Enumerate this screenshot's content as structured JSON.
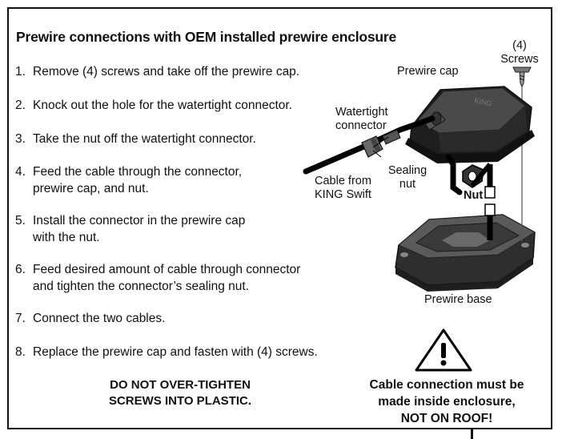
{
  "title": "Prewire connections with OEM installed prewire enclosure",
  "steps": [
    {
      "num": "1.",
      "lines": [
        "Remove (4) screws and take off the prewire cap."
      ]
    },
    {
      "num": "2.",
      "lines": [
        "Knock out the hole for the watertight connector."
      ]
    },
    {
      "num": "3.",
      "lines": [
        "Take the nut off the watertight connector."
      ]
    },
    {
      "num": "4.",
      "lines": [
        "Feed the cable through the connector,",
        "prewire cap, and nut."
      ]
    },
    {
      "num": "5.",
      "lines": [
        "Install the connector in the prewire cap",
        "with the nut."
      ]
    },
    {
      "num": "6.",
      "lines": [
        "Feed desired amount of cable through connector",
        "and tighten the connector’s sealing nut."
      ]
    },
    {
      "num": "7.",
      "lines": [
        "Connect the two cables."
      ]
    },
    {
      "num": "8.",
      "lines": [
        "Replace the prewire cap and fasten with (4) screws."
      ]
    }
  ],
  "warning_left": [
    "DO NOT OVER-TIGHTEN",
    "SCREWS INTO PLASTIC."
  ],
  "warning_right": [
    "Cable connection must be",
    "made inside enclosure,",
    "NOT ON ROOF!"
  ],
  "warning_icon": "exclamation-triangle-icon",
  "diagram": {
    "screws": [
      "(4)",
      "Screws"
    ],
    "prewire_cap": "Prewire cap",
    "watertight_connector": [
      "Watertight",
      "connector"
    ],
    "sealing_nut": [
      "Sealing",
      "nut"
    ],
    "cable_from": [
      "Cable from",
      "KING Swift"
    ],
    "nut": "Nut",
    "prewire_base": "Prewire base",
    "cap_logo": "KING"
  }
}
